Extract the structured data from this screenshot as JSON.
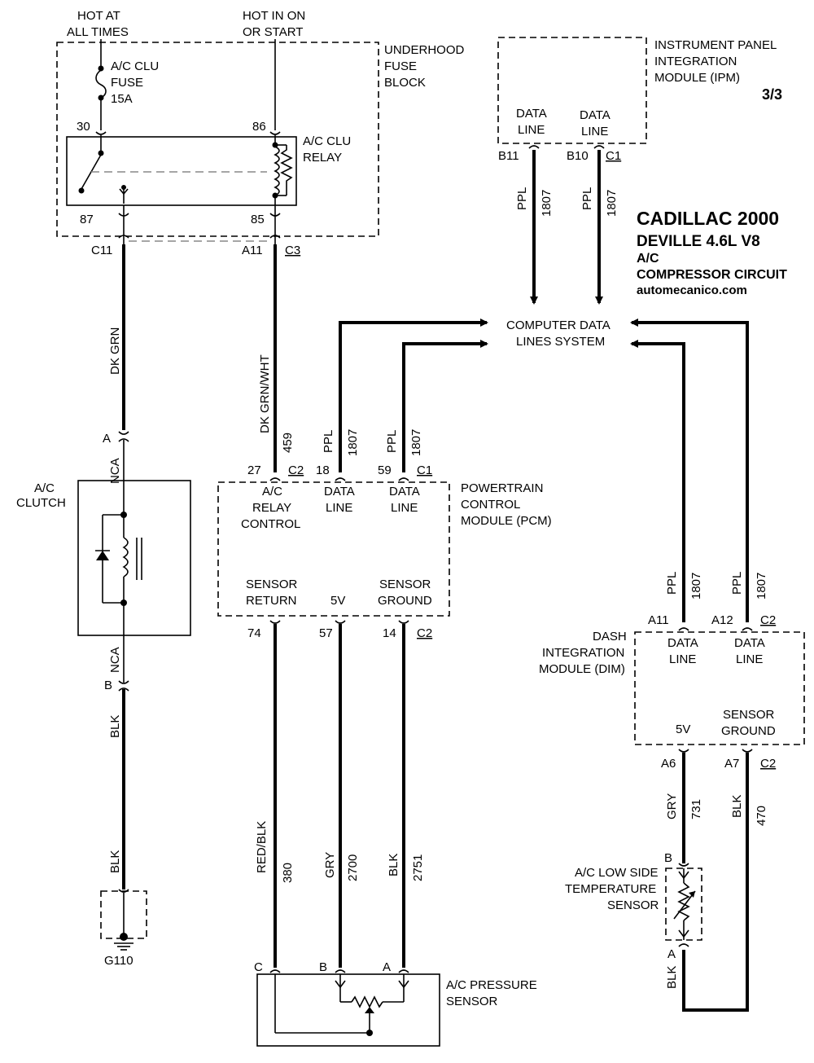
{
  "title": {
    "make": "CADILLAC 2000",
    "model": "DEVILLE  4.6L  V8",
    "system": "A/C",
    "circuit": "COMPRESSOR CIRCUIT",
    "site": "automecanico.com",
    "page": "3/3"
  },
  "power": {
    "hot_always_1": "HOT AT",
    "hot_always_2": "ALL TIMES",
    "hot_run_1": "HOT IN ON",
    "hot_run_2": "OR START"
  },
  "fuse_block": {
    "name_1": "UNDERHOOD",
    "name_2": "FUSE",
    "name_3": "BLOCK",
    "fuse_1": "A/C CLU",
    "fuse_2": "FUSE",
    "fuse_3": "15A",
    "relay_1": "A/C CLU",
    "relay_2": "RELAY",
    "pin_30": "30",
    "pin_86": "86",
    "pin_87": "87",
    "pin_85": "85",
    "c11": "C11",
    "a11": "A11",
    "c3": "C3"
  },
  "ipm": {
    "name_1": "INSTRUMENT PANEL",
    "name_2": "INTEGRATION",
    "name_3": "MODULE (IPM)",
    "data1_1": "DATA",
    "data1_2": "LINE",
    "data2_1": "DATA",
    "data2_2": "LINE",
    "pin_b11": "B11",
    "pin_b10": "B10",
    "conn": "C1"
  },
  "data_system": {
    "line1": "COMPUTER DATA",
    "line2": "LINES SYSTEM"
  },
  "wires": {
    "ppl": "PPL",
    "w1807": "1807",
    "dk_grn": "DK GRN",
    "dk_grn_wht": "DK GRN/WHT",
    "w459": "459",
    "nca": "NCA",
    "blk": "BLK",
    "red_blk": "RED/BLK",
    "w380": "380",
    "gry": "GRY",
    "w2700": "2700",
    "w2751": "2751",
    "w731": "731",
    "w470": "470"
  },
  "clutch": {
    "name_1": "A/C",
    "name_2": "CLUTCH",
    "pin_a": "A",
    "pin_b": "B"
  },
  "ground": {
    "name": "G110"
  },
  "pcm": {
    "name_1": "POWERTRAIN",
    "name_2": "CONTROL",
    "name_3": "MODULE (PCM)",
    "relay_ctl_1": "A/C",
    "relay_ctl_2": "RELAY",
    "relay_ctl_3": "CONTROL",
    "data_1": "DATA",
    "data_2": "LINE",
    "sensor_return_1": "SENSOR",
    "sensor_return_2": "RETURN",
    "v5": "5V",
    "sensor_ground_1": "SENSOR",
    "sensor_ground_2": "GROUND",
    "pin_27": "27",
    "pin_18": "18",
    "pin_59": "59",
    "conn_c2": "C2",
    "conn_c1": "C1",
    "pin_74": "74",
    "pin_57": "57",
    "pin_14": "14"
  },
  "dim": {
    "name_1": "DASH",
    "name_2": "INTEGRATION",
    "name_3": "MODULE (DIM)",
    "data_1": "DATA",
    "data_2": "LINE",
    "v5": "5V",
    "sensor_ground_1": "SENSOR",
    "sensor_ground_2": "GROUND",
    "pin_a11": "A11",
    "pin_a12": "A12",
    "pin_a6": "A6",
    "pin_a7": "A7",
    "conn": "C2"
  },
  "temp_sensor": {
    "name_1": "A/C LOW SIDE",
    "name_2": "TEMPERATURE",
    "name_3": "SENSOR",
    "pin_b": "B",
    "pin_a": "A"
  },
  "pressure_sensor": {
    "name_1": "A/C PRESSURE",
    "name_2": "SENSOR",
    "pin_c": "C",
    "pin_b": "B",
    "pin_a": "A"
  }
}
